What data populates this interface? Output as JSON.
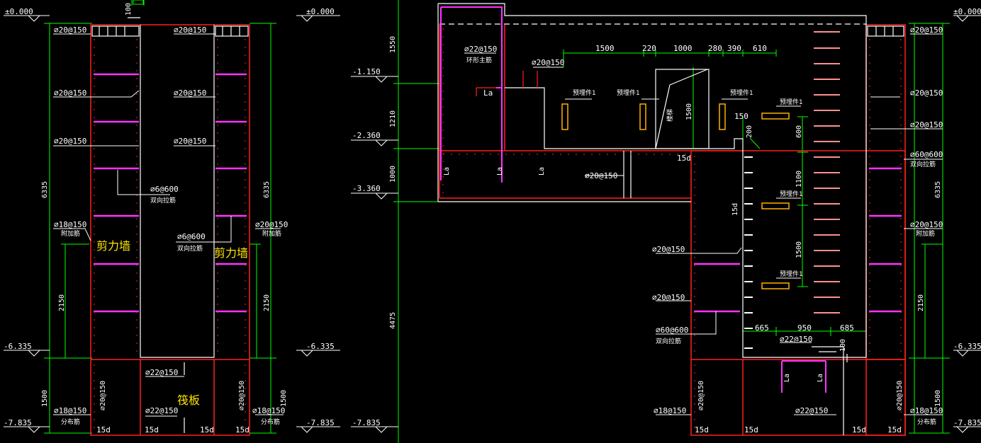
{
  "colors": {
    "background": "#000000",
    "concrete": "#ff2020",
    "rebar": "#ff33ff",
    "dimension": "#00ff00",
    "text": "#ffffff",
    "annotation": "#ffe600",
    "embed": "#ffb000"
  },
  "elevations": {
    "e0": "±0.000",
    "e1150": "-1.150",
    "e2360": "-2.360",
    "e3360": "-3.360",
    "e6335": "-6.335",
    "e7835": "-7.835"
  },
  "dims": {
    "d100": "100",
    "d6335": "6335",
    "d2150": "2150",
    "d1500": "1500",
    "d1550": "1550",
    "d1210": "1210",
    "d1000": "1000",
    "d4475": "4475",
    "d220": "220",
    "d280": "280",
    "d390": "390",
    "d610": "610",
    "d150": "150",
    "d200": "200",
    "d600": "600",
    "d1100": "1100",
    "d665": "665",
    "d950": "950",
    "d685": "685",
    "d15d": "15d",
    "la": "La"
  },
  "rebar": {
    "r20_150": "⌀20@150",
    "r22_150": "⌀22@150",
    "r18_150": "⌀18@150",
    "r6_600": "⌀6@600",
    "r60_600": "⌀60@600"
  },
  "notes": {
    "shuangxiang_lajin": "双向拉筋",
    "fujia_jin": "附加筋",
    "fenbu_jin": "分布筋",
    "huanxing_zhujin": "环形主筋",
    "zhujin": "主筋",
    "yumaijian1": "预埋件1",
    "louti": "楼梯",
    "jianliqiang": "剪力墙",
    "faban": "筏板"
  }
}
